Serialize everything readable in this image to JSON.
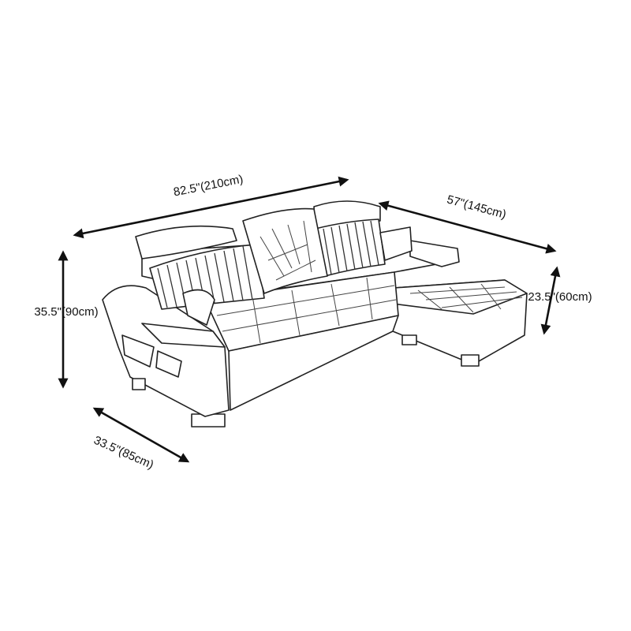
{
  "dimensions": {
    "width": "82.5\"(210cm)",
    "chaise_length": "57\"(145cm)",
    "height": "35.5\"(90cm)",
    "seat_height": "23.5\"(60cm)",
    "depth": "33.5\"(85cm)"
  },
  "colors": {
    "line": "#111111",
    "background": "#ffffff"
  }
}
